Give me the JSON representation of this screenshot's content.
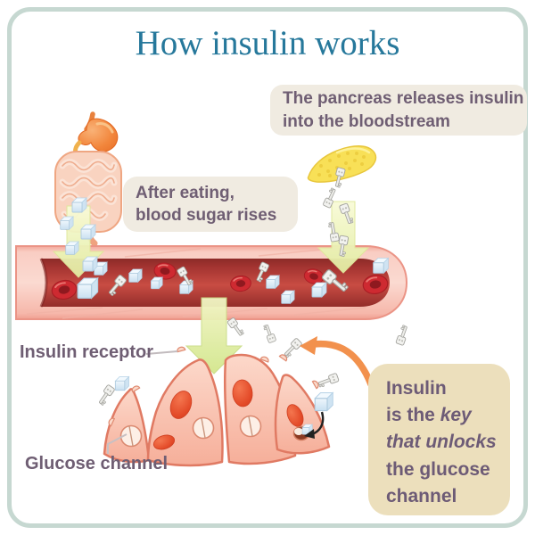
{
  "title": {
    "text": "How insulin works"
  },
  "callouts": {
    "pancreas_release": {
      "line1": "The pancreas releases insulin",
      "line2": "into the bloodstream"
    },
    "after_eating": {
      "line1": "After eating,",
      "line2": "blood sugar rises"
    },
    "insulin_key": {
      "line1": "Insulin",
      "line2_normal": "is the ",
      "line2_italic": "key",
      "line3_italic": "that unlocks",
      "line4": "the glucose",
      "line5": "channel"
    }
  },
  "labels": {
    "insulin_receptor": "Insulin receptor",
    "glucose_channel": "Glucose channel"
  },
  "icons": {
    "glucose": "blue-3d-cube-icon",
    "insulin": "gray-key-icon",
    "red_blood_cell": "red-donut-cell-icon",
    "stomach": "stomach-intestines-icon",
    "pancreas": "pancreas-icon"
  },
  "colors": {
    "frame_border": "#c6d8d1",
    "title_text": "#26789b",
    "callout_bg": "#f0ebe1",
    "callout_text": "#6f5e73",
    "insulin_box_bg": "#ecdfbc",
    "insulin_box_text": "#6d5b76",
    "arrow_yellow": "#e9f0a4",
    "arrow_orange": "#f2914d",
    "vessel_lumen_red": "#b83c35",
    "vessel_wall_pink": "#f8c9bf",
    "cell_pink": "#f9c4b2",
    "nucleus_red": "#e34a28",
    "pancreas_yellow": "#f8e057",
    "glucose_blue": "#d9ebf7",
    "key_gray": "#ecece8"
  }
}
